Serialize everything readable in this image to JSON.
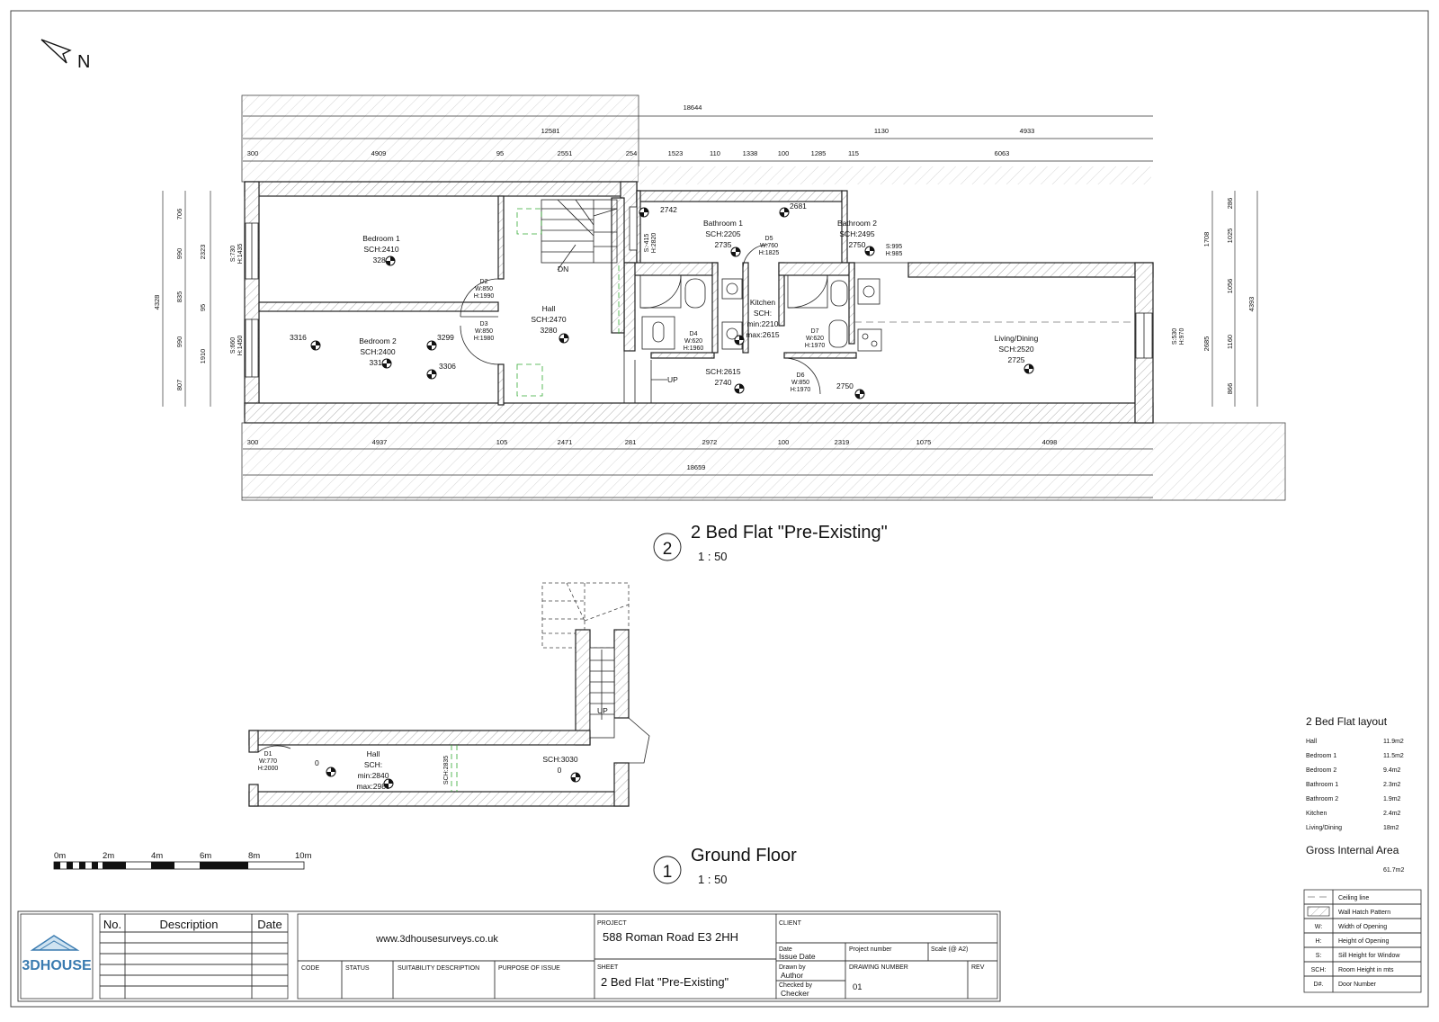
{
  "north_label": "N",
  "top_dimensions": {
    "overall": "18644",
    "row2": [
      "12581",
      "1130",
      "4933"
    ],
    "row3": [
      "300",
      "4909",
      "95",
      "2551",
      "254",
      "1523",
      "110",
      "1338",
      "100",
      "1285",
      "115",
      "6063"
    ]
  },
  "bottom_dimensions": {
    "row1": [
      "300",
      "4937",
      "105",
      "2471",
      "281",
      "2972",
      "100",
      "2319",
      "1075",
      "4098"
    ],
    "overall": "18659"
  },
  "left_dimensions": {
    "outer": "4328",
    "middle": [
      "706",
      "990",
      "835",
      "95",
      "990",
      "807"
    ],
    "inner": [
      "2323",
      "1910"
    ]
  },
  "right_dimensions": {
    "a": [
      "286",
      "1708",
      "1025",
      "1056",
      "2685",
      "1160",
      "866"
    ],
    "outer": "4393"
  },
  "rooms_first": {
    "bedroom1": [
      "Bedroom 1",
      "SCH:2410",
      "3280"
    ],
    "bedroom2": [
      "Bedroom 2",
      "SCH:2400",
      "3313"
    ],
    "hall": [
      "Hall",
      "SCH:2470",
      "3280"
    ],
    "bathroom1": [
      "Bathroom 1",
      "SCH:2205",
      "2735"
    ],
    "bathroom2": [
      "Bathroom 2",
      "SCH:2495",
      "2750"
    ],
    "kitchen": [
      "Kitchen",
      "SCH:",
      "min:2210",
      "max:2615"
    ],
    "living": [
      "Living/Dining",
      "SCH:2520",
      "2725"
    ],
    "landing": [
      "SCH:2615",
      "2740"
    ]
  },
  "spot_levels": [
    "3316",
    "3299",
    "3306",
    "2742",
    "2681",
    "2750"
  ],
  "doors_first": {
    "d2": [
      "D2",
      "W:850",
      "H:1990"
    ],
    "d3": [
      "D3",
      "W:850",
      "H:1980"
    ],
    "d4": [
      "D4",
      "W:620",
      "H:1960"
    ],
    "d5": [
      "D5",
      "W:760",
      "H:1825"
    ],
    "d6": [
      "D6",
      "W:850",
      "H:1970"
    ],
    "d7": [
      "D7",
      "W:620",
      "H:1970"
    ]
  },
  "windows_first": {
    "w_bed1": [
      "S:730",
      "H:1435"
    ],
    "w_bed2": [
      "S:660",
      "H:1450"
    ],
    "w_stair": [
      "S:-415",
      "H:2820"
    ],
    "w_bath2": [
      "S:995",
      "H:985"
    ],
    "w_living": [
      "S:530",
      "H:970"
    ]
  },
  "stair_labels": {
    "dn": "DN",
    "up": "UP",
    "up_ground": "UP"
  },
  "plan2_title": {
    "number": "2",
    "name": "2 Bed Flat \"Pre-Existing\"",
    "scale": "1 : 50"
  },
  "plan1_title": {
    "number": "1",
    "name": "Ground Floor",
    "scale": "1 : 50"
  },
  "ground": {
    "d1": [
      "D1",
      "W:770",
      "H:2000"
    ],
    "hall": [
      "Hall",
      "SCH:",
      "min:2840",
      "max:2985"
    ],
    "level0a": "0",
    "level0b": "0",
    "sch3030": "SCH:3030",
    "sch2835": "SCH:2835"
  },
  "scale_bar": [
    "0m",
    "2m",
    "4m",
    "6m",
    "8m",
    "10m"
  ],
  "area_schedule": {
    "title": "2 Bed Flat layout",
    "rows": [
      [
        "Hall",
        "11.9m2"
      ],
      [
        "Bedroom 1",
        "11.5m2"
      ],
      [
        "Bedroom 2",
        "9.4m2"
      ],
      [
        "Bathroom 1",
        "2.3m2"
      ],
      [
        "Bathroom 2",
        "1.9m2"
      ],
      [
        "Kitchen",
        "2.4m2"
      ],
      [
        "Living/Dining",
        "18m2"
      ]
    ],
    "gia_title": "Gross Internal Area",
    "gia_value": "61.7m2"
  },
  "legend": [
    [
      "",
      "Ceiling line"
    ],
    [
      "",
      "Wall Hatch Pattern"
    ],
    [
      "W:",
      "Width of Opening"
    ],
    [
      "H:",
      "Height of Opening"
    ],
    [
      "S:",
      "Sill Height for Window"
    ],
    [
      "SCH:",
      "Room Height in mts"
    ],
    [
      "D#.",
      "Door Number"
    ]
  ],
  "title_block": {
    "logo": "3DHOUSE",
    "rev_headers": [
      "No.",
      "Description",
      "Date"
    ],
    "website": "www.3dhousesurveys.co.uk",
    "code_headers": [
      "CODE",
      "STATUS",
      "SUITABILITY DESCRIPTION",
      "PURPOSE OF ISSUE"
    ],
    "project_label": "PROJECT",
    "project_value": "588 Roman Road E3 2HH",
    "sheet_label": "SHEET",
    "sheet_value": "2 Bed Flat \"Pre-Existing\"",
    "client_label": "CLIENT",
    "date_label": "Date",
    "date_value": "Issue Date",
    "project_number_label": "Project number",
    "scale_label": "Scale (@ A2)",
    "drawn_label": "Drawn by",
    "drawn_value": "Author",
    "checked_label": "Checked by",
    "checked_value": "Checker",
    "drawing_number_label": "DRAWING NUMBER",
    "drawing_number_value": "01",
    "rev_label": "REV"
  }
}
